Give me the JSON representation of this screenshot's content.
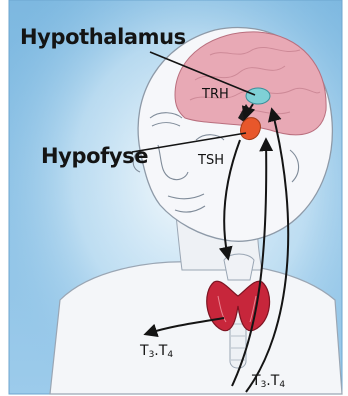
{
  "labels": {
    "hypothalamus": "Hypothalamus",
    "hypofyse": "Hypofyse",
    "trh": "TRH",
    "tsh": "TSH",
    "t3_left": "T",
    "t3_left_sub": "3",
    "t4_left": ".T",
    "t4_left_sub": "4",
    "t3_right": "T",
    "t3_right_sub": "3",
    "t4_right": ".T",
    "t4_right_sub": "4"
  },
  "colors": {
    "background": "#8ec3e6",
    "skin": "#f2f4f7",
    "brain": "#e7a7b3",
    "hypothalamus_node": "#7fd0d6",
    "pituitary": "#e8572b",
    "thyroid": "#c7263b",
    "arrow": "#141414"
  }
}
